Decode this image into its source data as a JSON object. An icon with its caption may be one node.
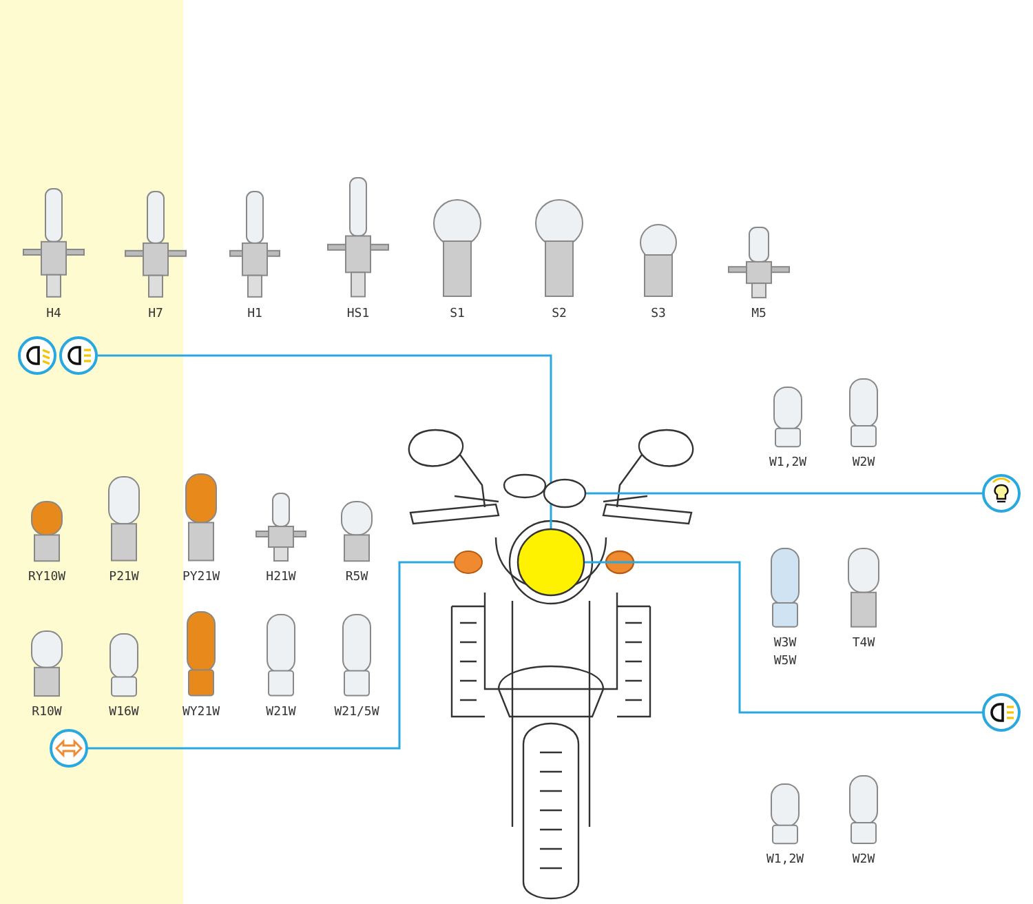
{
  "diagram": {
    "nodes": [
      {
        "text": [],
        "shape": "circle"
      },
      {
        "text": [],
        "shape": "circle"
      },
      {
        "text": [],
        "shape": "circle"
      },
      {
        "text": [],
        "shape": "circle"
      },
      {
        "text": [],
        "shape": "circle"
      },
      {
        "text": [],
        "shape": "circle"
      },
      {
        "text": [],
        "shape": "circle"
      },
      {
        "text": [],
        "shape": "circle"
      }
    ],
    "edges": [
      {
        "from": 1,
        "to": 2,
        "arrow": "none"
      },
      {
        "from": 4,
        "to": 3,
        "arrow": "none"
      },
      {
        "from": 5,
        "to": 2,
        "arrow": "none"
      },
      {
        "from": 7,
        "to": 6,
        "arrow": "none"
      }
    ],
    "labels": [
      "H4",
      "H7",
      "H1",
      "HS1",
      "S1",
      "S2",
      "S3",
      "M5",
      "W1,2W",
      "W2W",
      "RY10W",
      "P21W",
      "PY21W",
      "H21W",
      "R5W",
      "W3W",
      "W5W",
      "T4W",
      "R10W",
      "W16W",
      "WY21W",
      "W21W",
      "W21/5W",
      "W1,2W",
      "W2W"
    ]
  }
}
